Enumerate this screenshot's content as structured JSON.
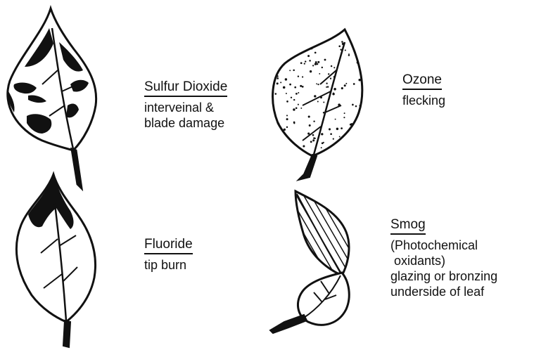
{
  "panels": {
    "sulfur_dioxide": {
      "title": "Sulfur Dioxide",
      "line1": "interveinal &",
      "line2": "blade damage"
    },
    "ozone": {
      "title": "Ozone",
      "line1": "flecking"
    },
    "fluoride": {
      "title": "Fluoride",
      "line1": "tip burn"
    },
    "smog": {
      "title": "Smog",
      "line1": "(Photochemical",
      "line2": " oxidants)",
      "line3": "glazing or bronzing",
      "line4": "underside of leaf"
    }
  },
  "colors": {
    "ink": "#111111",
    "background": "#ffffff"
  }
}
